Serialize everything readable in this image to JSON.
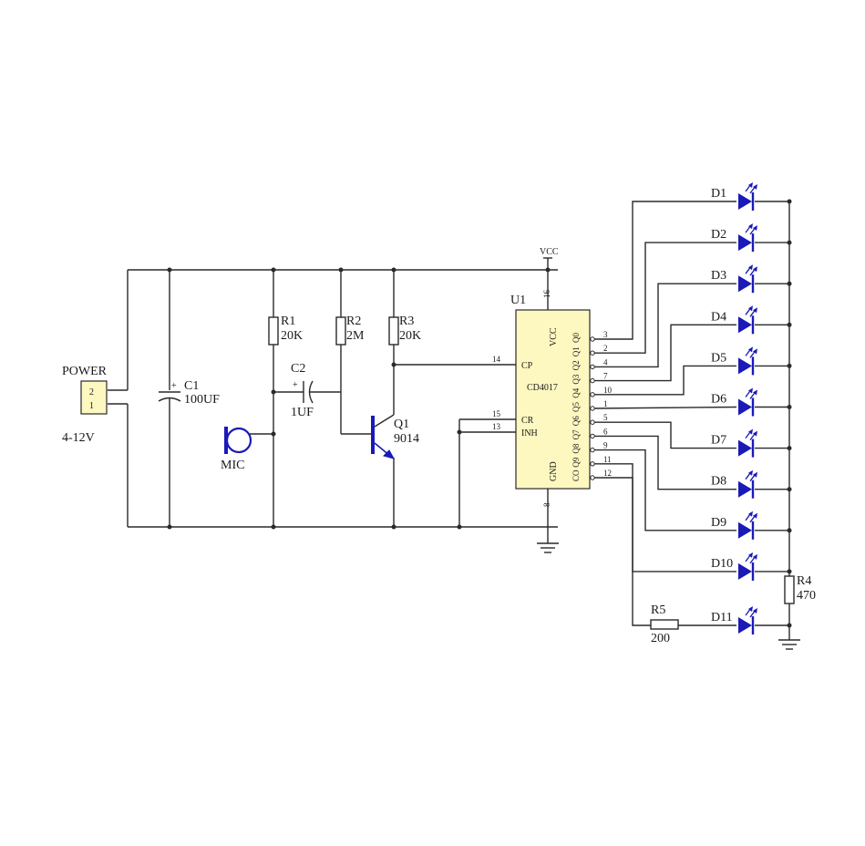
{
  "power": {
    "label": "POWER",
    "voltage": "4-12V",
    "pin_top": "2",
    "pin_bottom": "1"
  },
  "components": {
    "c1": {
      "ref": "C1",
      "value": "100UF",
      "polarity": "+"
    },
    "c2": {
      "ref": "C2",
      "value": "1UF",
      "polarity": "+"
    },
    "r1": {
      "ref": "R1",
      "value": "20K"
    },
    "r2": {
      "ref": "R2",
      "value": "2M"
    },
    "r3": {
      "ref": "R3",
      "value": "20K"
    },
    "r4": {
      "ref": "R4",
      "value": "470"
    },
    "r5": {
      "ref": "R5",
      "value": "200"
    },
    "q1": {
      "ref": "Q1",
      "value": "9014"
    },
    "mic": {
      "ref": "MIC"
    }
  },
  "vcc_label": "VCC",
  "ic": {
    "ref": "U1",
    "name": "CD4017",
    "pin_labels": {
      "vcc": "VCC",
      "gnd": "GND",
      "cp": "CP",
      "cr": "CR",
      "inh": "INH"
    },
    "pin_numbers": {
      "vcc": "16",
      "gnd": "8",
      "cp": "14",
      "cr": "15",
      "inh": "13"
    },
    "outputs": [
      {
        "name": "Q0",
        "pin": "3"
      },
      {
        "name": "Q1",
        "pin": "2"
      },
      {
        "name": "Q2",
        "pin": "4"
      },
      {
        "name": "Q3",
        "pin": "7"
      },
      {
        "name": "Q4",
        "pin": "10"
      },
      {
        "name": "Q5",
        "pin": "1"
      },
      {
        "name": "Q6",
        "pin": "5"
      },
      {
        "name": "Q7",
        "pin": "6"
      },
      {
        "name": "Q8",
        "pin": "9"
      },
      {
        "name": "Q9",
        "pin": "11"
      },
      {
        "name": "CO",
        "pin": "12"
      }
    ]
  },
  "leds": [
    "D1",
    "D2",
    "D3",
    "D4",
    "D5",
    "D6",
    "D7",
    "D8",
    "D9",
    "D10",
    "D11"
  ],
  "colors": {
    "led": "#1a1ab8",
    "ic_fill": "#fdf7c0",
    "wire": "#2a2a2a"
  }
}
